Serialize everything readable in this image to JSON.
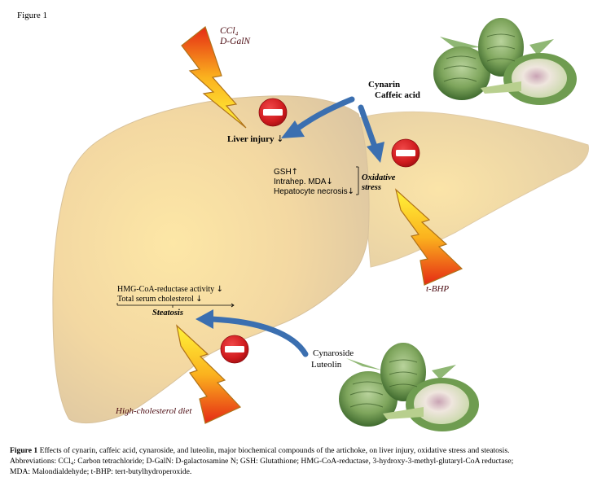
{
  "figure": {
    "label": "Figure 1"
  },
  "toxins": {
    "top": [
      "CCl₄",
      "D-GalN"
    ],
    "right": "t-BHP",
    "bottom": "High-cholesterol diet"
  },
  "compounds": {
    "top": [
      "Cynarin",
      "Caffeic acid"
    ],
    "bottom": [
      "Cynaroside",
      "Luteolin"
    ]
  },
  "effects": {
    "liver_injury": {
      "label": "Liver injury",
      "direction": "↓"
    },
    "oxidative_stress": {
      "group_label": [
        "Oxidative",
        "stress"
      ],
      "items": [
        {
          "label": "GSH",
          "direction": "↑"
        },
        {
          "label": "Intrahep. MDA",
          "direction": "↓"
        },
        {
          "label": "Hepatocyte necrosis",
          "direction": "↓"
        }
      ]
    },
    "steatosis": {
      "group_label": "Steatosis",
      "items": [
        {
          "label": "HMG-CoA-reductase activity",
          "direction": "↓"
        },
        {
          "label": "Total serum cholesterol",
          "direction": "↓"
        }
      ]
    }
  },
  "icons": {
    "inhibit": "no-entry-icon",
    "toxin": "lightning-bolt-icon",
    "plant": "artichoke-icon",
    "action": "curved-arrow-icon"
  },
  "colors": {
    "liver": "#f3d9a3",
    "liver_edge": "#dcc5a0",
    "arrow": "#3b6fb0",
    "inhibit_red": "#d01c1f",
    "bolt_top": "#e9341a",
    "bolt_bottom": "#fff22a",
    "artichoke": "#7aa25a"
  },
  "caption": {
    "title": "Figure 1",
    "line1": " Effects of cynarin, caffeic acid, cynaroside, and luteolin, major biochemical compounds of the artichoke, on liver injury, oxidative stress and steatosis.",
    "line2": "Abbreviations: CCl₄: Carbon tetrachloride; D-GalN: D-galactosamine N; GSH: Glutathione; HMG-CoA-reductase, 3-hydroxy-3-methyl-glutaryl-CoA reductase;",
    "line3": "MDA: Malondialdehyde; t-BHP: tert-butylhydroperoxide."
  }
}
